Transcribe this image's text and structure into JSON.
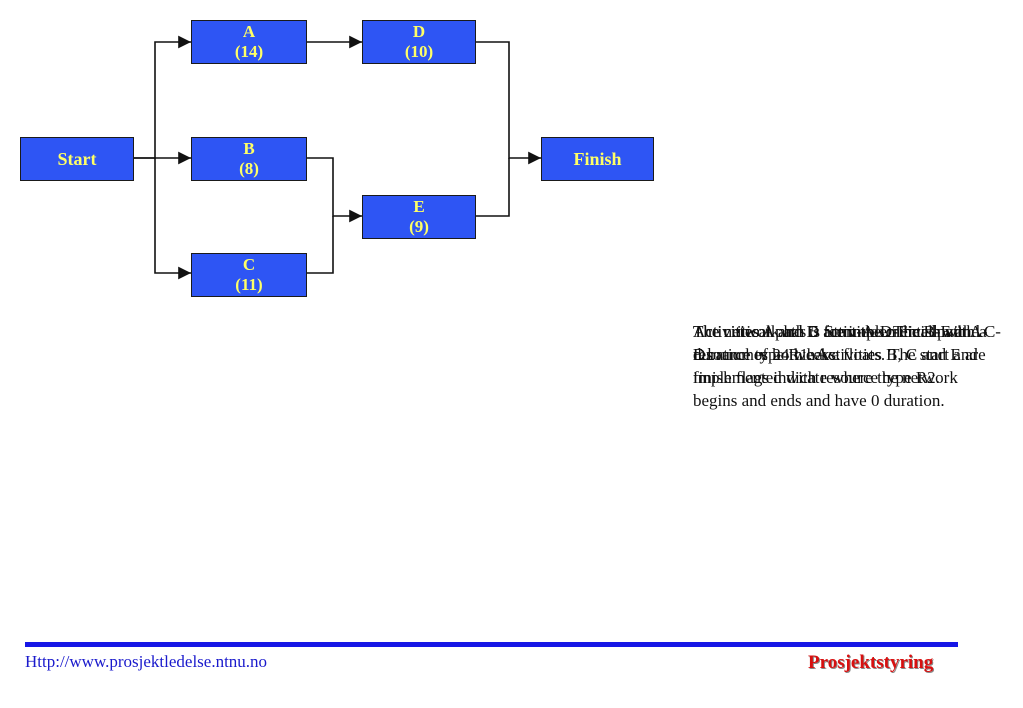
{
  "diagram": {
    "nodes": {
      "start": {
        "label": "Start"
      },
      "finish": {
        "label": "Finish"
      },
      "a": {
        "name": "A",
        "duration": "(14)"
      },
      "b": {
        "name": "B",
        "duration": "(8)"
      },
      "c": {
        "name": "C",
        "duration": "(11)"
      },
      "d": {
        "name": "D",
        "duration": "(10)"
      },
      "e": {
        "name": "E",
        "duration": "(9)"
      }
    }
  },
  "notes": [
    "Activities A and D are implemented with resource type R1. Activities B, C and E are implemented with resource type R2.",
    "The critical path is Start-A-D-Finish with a duration of 24 weeks.",
    "The network has 5 activities. The B-E and C-E branches both have floats. The start and finish flags indicate where the network begins and ends and have 0 duration.",
    "Activities A and D form the critical path A-D."
  ],
  "footer": {
    "url": "Http://www.prosjektledelse.ntnu.no",
    "brand": "Prosjektstyring"
  },
  "colors": {
    "node_fill": "#2e55f4",
    "node_text": "#ffff66",
    "rule": "#1616e6",
    "brand": "#d81010"
  }
}
